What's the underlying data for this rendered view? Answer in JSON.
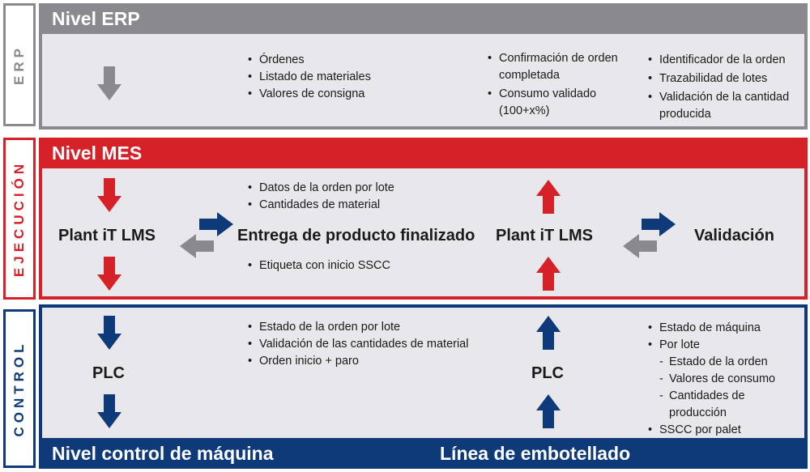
{
  "colors": {
    "erp_gray": "#8a8a8e",
    "mes_red": "#d62128",
    "control_blue": "#0e3a7a",
    "content_bg": "#e8e8ec",
    "arrow_gray": "#8a8a8e"
  },
  "erp": {
    "side_label": "ERP",
    "header": "Nivel ERP",
    "col1_items": [
      "Órdenes",
      "Listado de materiales",
      "Valores de consigna"
    ],
    "col2_items": [
      "Confirmación de orden completada",
      "Consumo validado (100+x%)"
    ],
    "col3_items": [
      "Identificador de la orden",
      "Trazabilidad de lotes",
      "Validación de la cantidad producida"
    ]
  },
  "mes": {
    "side_label": "EJECUCIÓN",
    "header": "Nivel MES",
    "left_system": "Plant iT LMS",
    "center_title": "Entrega de producto finalizado",
    "right_system": "Plant iT LMS",
    "validation": "Validación",
    "top_items": [
      "Datos de la orden por lote",
      "Cantidades de material"
    ],
    "bottom_items": [
      "Etiqueta con inicio SSCC"
    ]
  },
  "control": {
    "side_label": "CONTROL",
    "left_plc": "PLC",
    "right_plc": "PLC",
    "col1_items": [
      "Estado de la orden por lote",
      "Validación de las cantidades de material",
      "Orden inicio + paro"
    ],
    "col2_items": [
      {
        "text": "Estado de máquina",
        "sub": false
      },
      {
        "text": "Por lote",
        "sub": false
      },
      {
        "text": "Estado de la orden",
        "sub": true
      },
      {
        "text": "Valores de consumo",
        "sub": true
      },
      {
        "text": "Cantidades de producción",
        "sub": true
      },
      {
        "text": "SSCC por palet",
        "sub": false
      }
    ],
    "footer_left": "Nivel control de máquina",
    "footer_right": "Línea de embotellado"
  }
}
